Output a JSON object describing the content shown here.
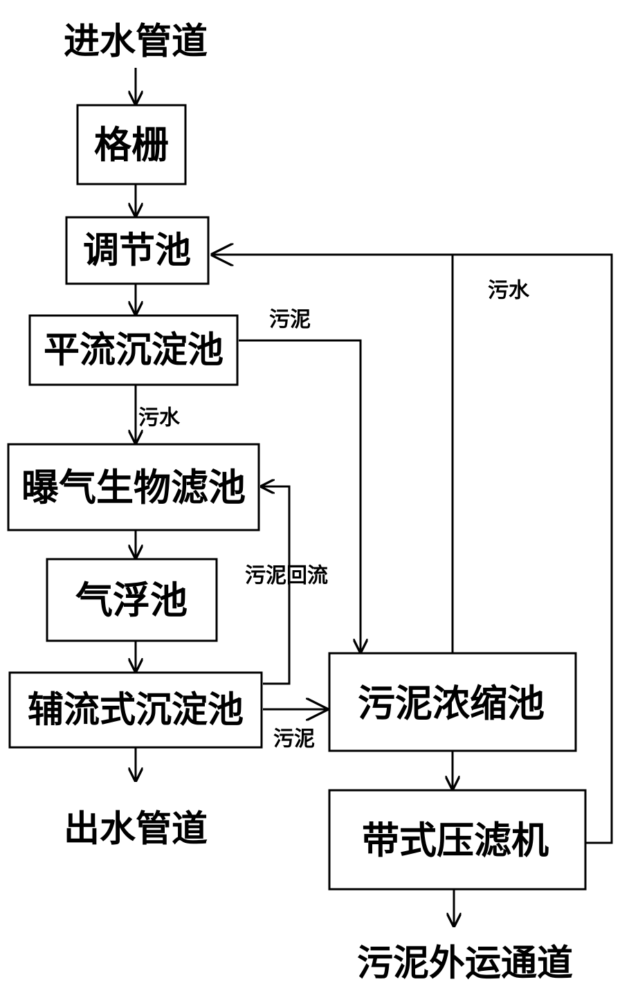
{
  "terminals": {
    "inlet": "进水管道",
    "outlet": "出水管道",
    "sludge_out": "污泥外运通道"
  },
  "nodes": {
    "grille": "格栅",
    "regulating": "调节池",
    "advection": "平流沉淀池",
    "baf": "曝气生物滤池",
    "flotation": "气浮池",
    "radial": "辅流式沉淀池",
    "thickener": "污泥浓缩池",
    "belt_press": "带式压滤机"
  },
  "edge_labels": {
    "sludge_top": "污泥",
    "sewage_mid": "污水",
    "sewage_right": "污水",
    "sludge_return": "污泥回流",
    "sludge_bottom": "污泥"
  }
}
